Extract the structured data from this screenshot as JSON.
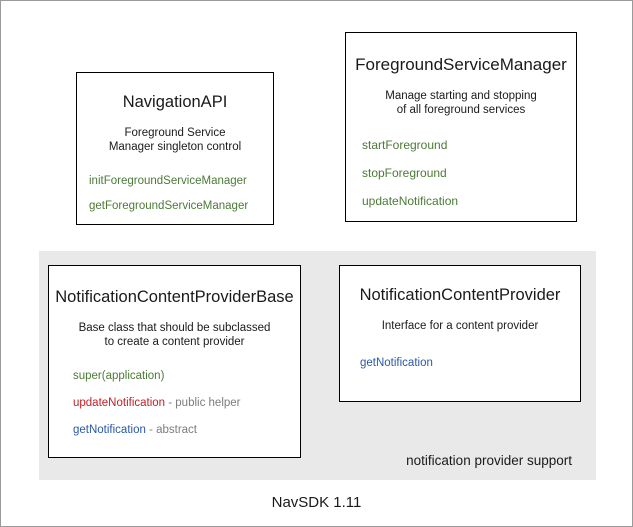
{
  "diagram": {
    "footer_label": "NavSDK 1.11",
    "panel": {
      "caption": "notification provider support"
    },
    "colors": {
      "green": "#4c7a36",
      "red": "#c22026",
      "blue": "#2b58a8",
      "note_gray": "#7d7d7d",
      "panel_background": "#e9e9e9",
      "box_border": "#000000",
      "canvas_border": "#9a9a9a"
    },
    "boxes": [
      {
        "id": "navigation-api",
        "title": "NavigationAPI",
        "description_lines": [
          "Foreground Service",
          "Manager singleton control"
        ],
        "members": [
          {
            "name": "initForegroundServiceManager",
            "color": "green",
            "note": ""
          },
          {
            "name": "getForegroundServiceManager",
            "color": "green",
            "note": ""
          }
        ]
      },
      {
        "id": "foreground-service-manager",
        "title": "ForegroundServiceManager",
        "description_lines": [
          "Manage starting and stopping",
          "of all foreground services"
        ],
        "members": [
          {
            "name": "startForeground",
            "color": "green",
            "note": ""
          },
          {
            "name": "stopForeground",
            "color": "green",
            "note": ""
          },
          {
            "name": "updateNotification",
            "color": "green",
            "note": ""
          }
        ]
      },
      {
        "id": "notification-content-provider-base",
        "title": "NotificationContentProviderBase",
        "description_lines": [
          "Base class that should be subclassed",
          "to create a content provider"
        ],
        "members": [
          {
            "name": "super(application)",
            "color": "green",
            "note": ""
          },
          {
            "name": "updateNotification",
            "color": "red",
            "note": " - public helper"
          },
          {
            "name": "getNotification",
            "color": "blue",
            "note": " - abstract"
          }
        ]
      },
      {
        "id": "notification-content-provider",
        "title": "NotificationContentProvider",
        "description_lines": [
          "Interface for a content provider"
        ],
        "members": [
          {
            "name": "getNotification",
            "color": "blue",
            "note": ""
          }
        ]
      }
    ]
  }
}
